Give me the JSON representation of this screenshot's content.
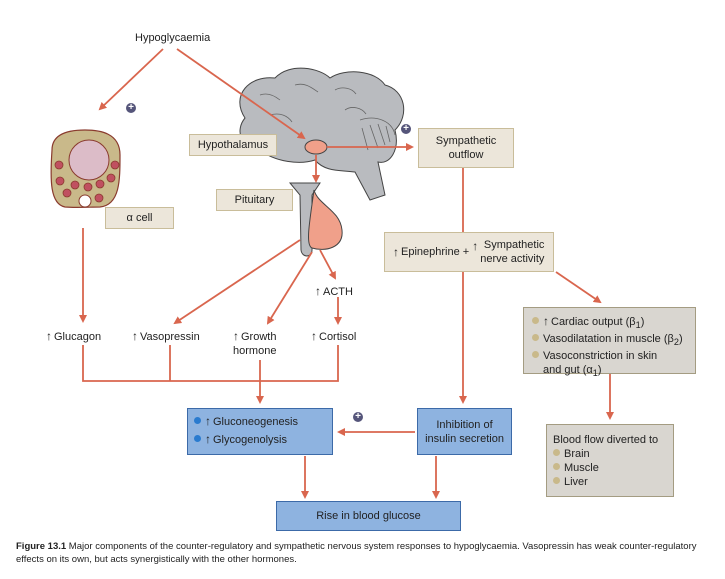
{
  "title": "Hypoglycaemia",
  "colors": {
    "arrow": "#d9664e",
    "beige_box": "#ece6da",
    "grey_box": "#d9d6d0",
    "blue_box": "#8eb3e0",
    "blue_border": "#3c6aa8",
    "brain": "#b9bbbf",
    "pituitary_anterior": "#f0a08a",
    "plus_badge": "#55557a"
  },
  "labels": {
    "hypothalamus": "Hypothalamus",
    "pituitary": "Pituitary",
    "alpha_cell": "α cell",
    "sympathetic_outflow_1": "Sympathetic",
    "sympathetic_outflow_2": "outflow",
    "acth": "ACTH",
    "glucagon": "Glucagon",
    "vasopressin": "Vasopressin",
    "growth_hormone_1": "Growth",
    "growth_hormone_2": "hormone",
    "cortisol": "Cortisol",
    "epinephrine": "Epinephrine +",
    "sympathetic_nerve_1": "Sympathetic",
    "sympathetic_nerve_2": "nerve activity",
    "up_arrow": "🠕",
    "plus": "+"
  },
  "sympathetic_effects": [
    {
      "up": true,
      "text": "Cardiac output (β",
      "sub": "1",
      "end": ")"
    },
    {
      "up": false,
      "text": "Vasodilatation in muscle (β",
      "sub": "2",
      "end": ")"
    },
    {
      "up": false,
      "text": "Vasoconstriction in skin",
      "sub": "",
      "end": ""
    },
    {
      "up": false,
      "text": "and gut (α",
      "sub": "1",
      "end": ")",
      "continuation": true
    }
  ],
  "blood_flow": {
    "heading": "Blood flow diverted to",
    "items": [
      "Brain",
      "Muscle",
      "Liver"
    ]
  },
  "liver_effects": [
    "Gluconeogenesis",
    "Glycogenolysis"
  ],
  "insulin_box": {
    "line1": "Inhibition of",
    "line2": "insulin secretion"
  },
  "result_box": "Rise in blood glucose",
  "caption": {
    "label": "Figure 13.1",
    "text": " Major components of the counter-regulatory and sympathetic nervous system responses to hypoglycaemia. Vasopressin has weak counter-regulatory effects on its own, but acts synergistically with the other hormones."
  }
}
